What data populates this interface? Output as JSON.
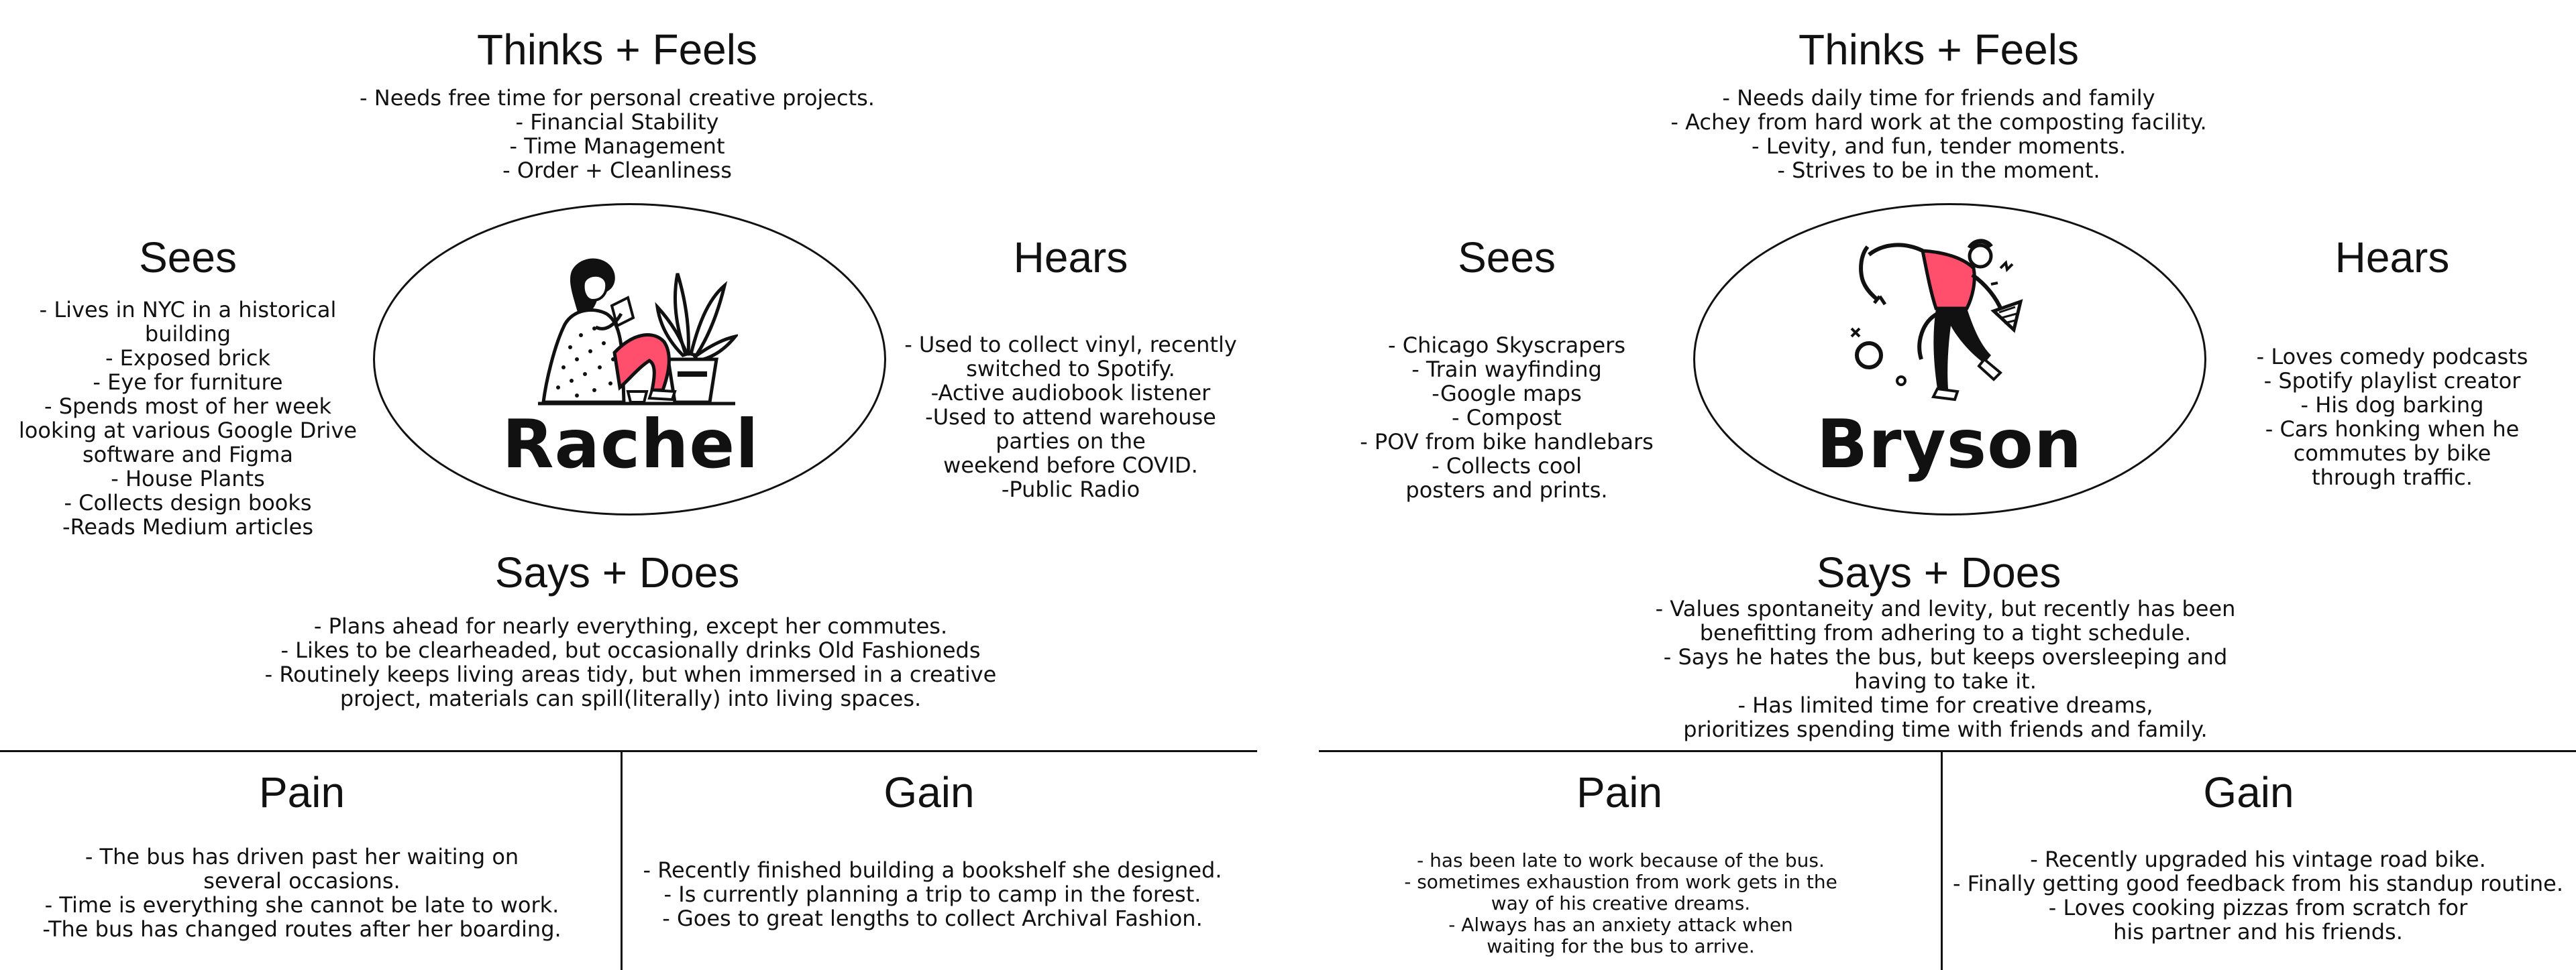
{
  "colors": {
    "accent": "#ff4f6d",
    "ink": "#111111",
    "background": "#ffffff"
  },
  "personas": [
    {
      "name": "Rachel",
      "illustration": "woman-reading-book-with-plant-illustration",
      "thinks_feels": {
        "title": "Thinks + Feels",
        "text": "- Needs free time for personal creative projects.\n- Financial Stability\n- Time Management\n- Order + Cleanliness"
      },
      "sees": {
        "title": "Sees",
        "text": "- Lives in NYC in a historical\nbuilding\n- Exposed brick\n- Eye for furniture\n- Spends most of her week\nlooking at various Google Drive\nsoftware and Figma\n- House Plants\n- Collects design books\n-Reads Medium articles"
      },
      "hears": {
        "title": "Hears",
        "text": "- Used to collect vinyl, recently\nswitched to Spotify.\n-Active audiobook listener\n-Used to attend warehouse\nparties on the\nweekend before COVID.\n-Public Radio"
      },
      "says_does": {
        "title": "Says + Does",
        "text": "- Plans ahead for nearly everything, except her commutes.\n- Likes to be clearheaded, but occasionally drinks Old Fashioneds\n- Routinely keeps living areas tidy, but when immersed in a creative\nproject, materials can spill(literally) into living spaces."
      },
      "pain": {
        "title": "Pain",
        "text": "- The bus has driven past her waiting on\nseveral occasions.\n- Time is everything she cannot be late to work.\n-The bus has changed routes after her boarding."
      },
      "gain": {
        "title": "Gain",
        "text": "- Recently finished building a bookshelf she designed.\n- Is currently planning a trip to camp in the forest.\n- Goes to great lengths to collect Archival Fashion."
      }
    },
    {
      "name": "Bryson",
      "illustration": "man-dancing-with-shapes-illustration",
      "thinks_feels": {
        "title": "Thinks + Feels",
        "text": "- Needs daily time for friends and family\n- Achey from hard work at the composting facility.\n- Levity, and fun, tender moments.\n- Strives to be in the moment."
      },
      "sees": {
        "title": "Sees",
        "text": "- Chicago Skyscrapers\n- Train wayfinding\n-Google maps\n- Compost\n- POV from bike handlebars\n- Collects cool\nposters and prints."
      },
      "hears": {
        "title": "Hears",
        "text": "- Loves comedy podcasts\n- Spotify playlist creator\n- His dog barking\n- Cars honking when he\ncommutes by bike\nthrough traffic."
      },
      "says_does": {
        "title": "Says + Does",
        "text": "- Values spontaneity and levity, but recently has been\nbenefitting from adhering to a tight schedule.\n- Says he hates the bus, but keeps oversleeping and\nhaving to take it.\n- Has limited time for creative dreams,\nprioritizes spending time with friends and family."
      },
      "pain": {
        "title": "Pain",
        "text": "- has been late to work because of the bus.\n- sometimes exhaustion from work gets in the\nway of his creative dreams.\n- Always has an anxiety attack when\nwaiting for the bus to arrive."
      },
      "gain": {
        "title": "Gain",
        "text": "- Recently upgraded his vintage road bike.\n- Finally getting good feedback from his standup routine.\n- Loves cooking pizzas from scratch for\nhis partner and his friends."
      }
    }
  ]
}
